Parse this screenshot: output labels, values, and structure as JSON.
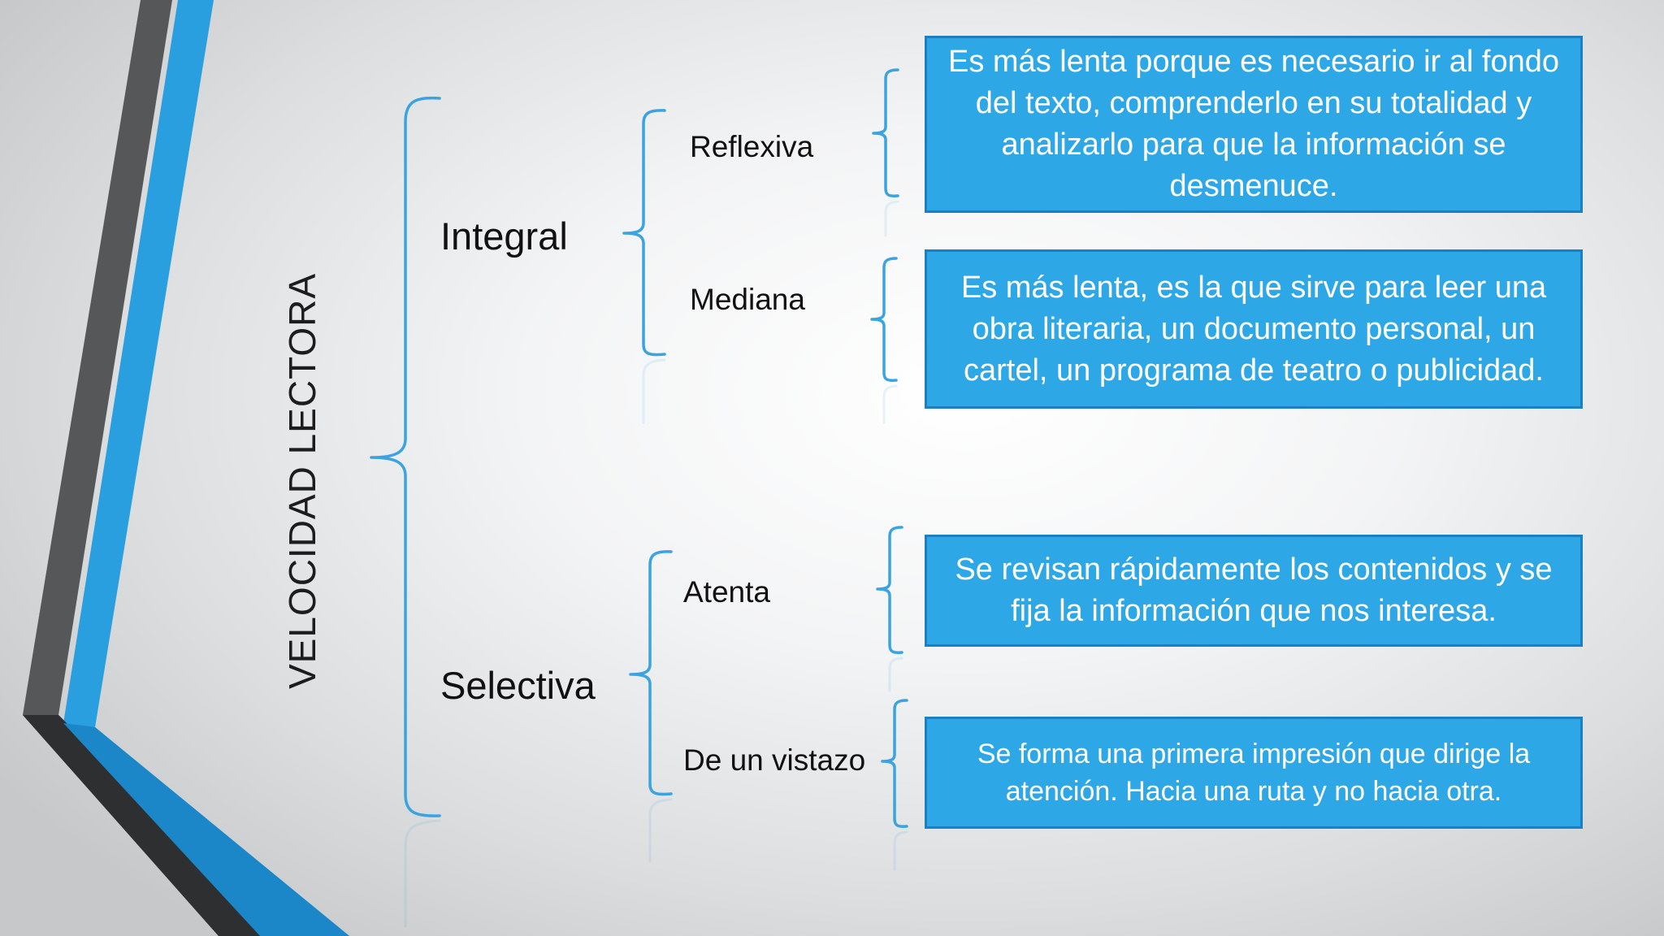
{
  "title": "VELOCIDAD LECTORA",
  "categories": [
    {
      "label": "Integral",
      "subtypes": [
        {
          "label": "Reflexiva",
          "description": "Es más lenta porque es necesario ir al fondo del texto, comprenderlo en su totalidad y analizarlo para que la información se desmenuce."
        },
        {
          "label": "Mediana",
          "description": "Es más lenta, es la que sirve para leer una obra literaria, un documento personal, un cartel, un programa de teatro o publicidad."
        }
      ]
    },
    {
      "label": "Selectiva",
      "subtypes": [
        {
          "label": "Atenta",
          "description": "Se revisan rápidamente los contenidos y se fija la información que nos interesa."
        },
        {
          "label": "De un vistazo",
          "description": "Se forma una primera impresión que dirige la atención. Hacia una ruta y no hacia otra."
        }
      ]
    }
  ],
  "colors": {
    "accent": "#2ea7e6",
    "box_border": "#1b7fc2",
    "bracket": "#3aa3e0",
    "dark_stripe": "#555759",
    "text": "#111111"
  }
}
